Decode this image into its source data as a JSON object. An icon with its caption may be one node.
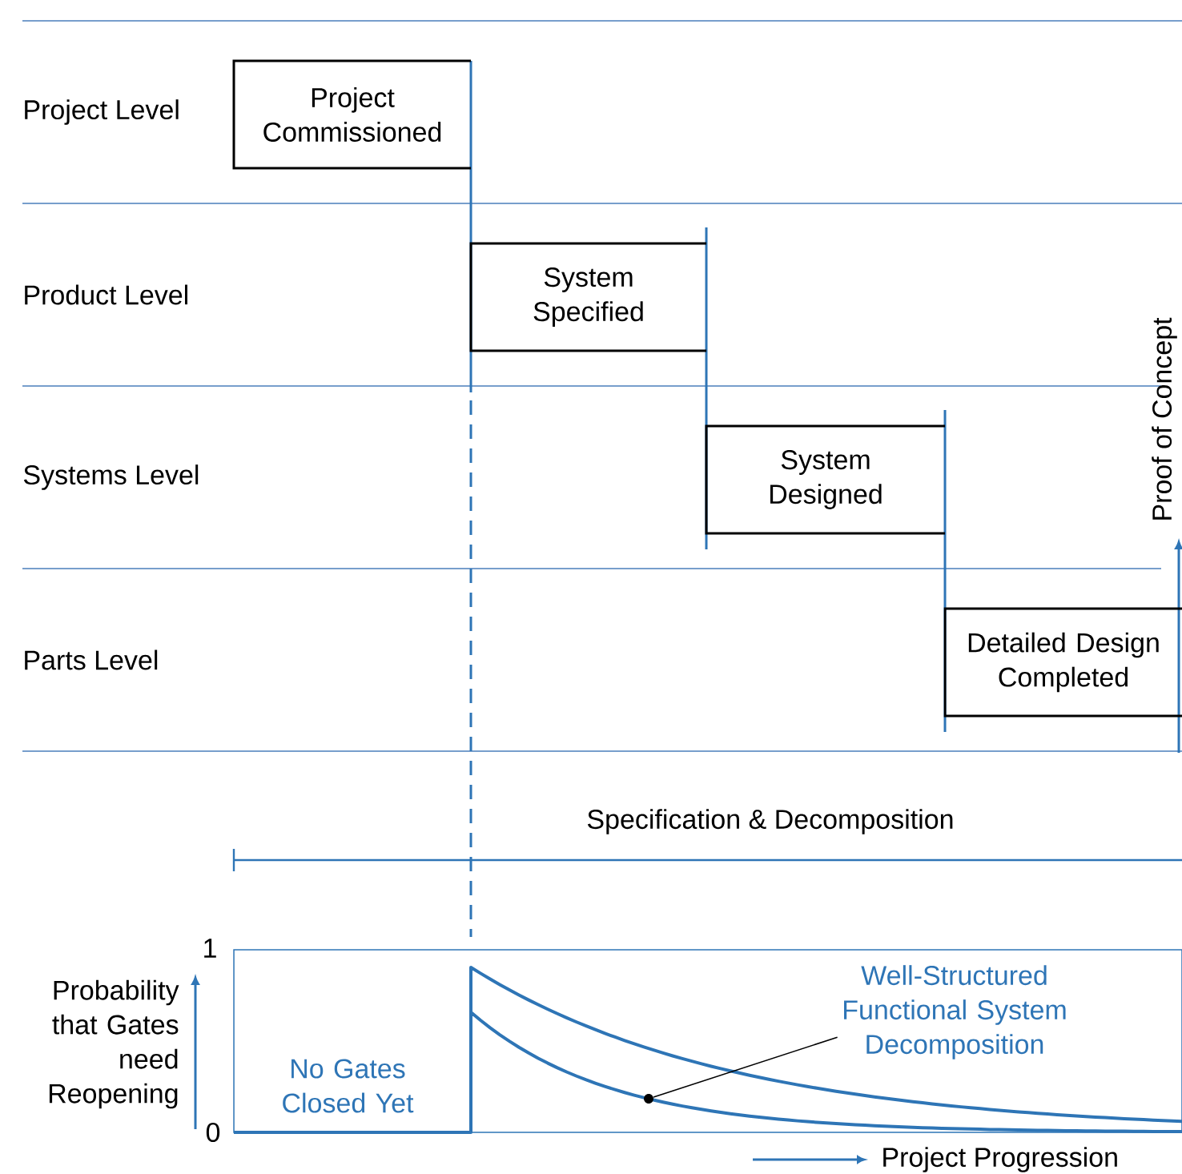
{
  "diagram": {
    "nodes": [
      {
        "text": [
          "Project Commissioned"
        ]
      },
      {
        "text": [
          "System Specified"
        ]
      },
      {
        "text": [
          "System Designed"
        ]
      },
      {
        "text": [
          "Detailed Design Completed"
        ]
      },
      {
        "text": [
          "Well-Structured Functional System Decomposition"
        ]
      },
      {
        "text": [],
        "shape": "circle"
      }
    ],
    "edges": [
      {
        "from": 4,
        "to": 5,
        "arrow": "none"
      }
    ],
    "labels": [
      "Project Level",
      "Product Level",
      "Systems Level",
      "Proof of Concept",
      "Parts Level",
      "Specification & Decomposition",
      "1",
      "Probability that Gates need Reopening",
      "No Gates Closed Yet",
      "0",
      "Project Progression"
    ]
  }
}
